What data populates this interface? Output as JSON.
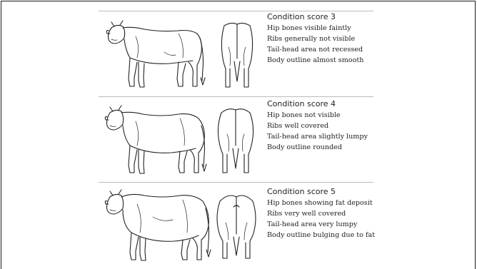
{
  "rows": [
    {
      "title": "Condition score 3",
      "lines": [
        "Hip bones visible faintly",
        "Ribs generally not visible",
        "Tail-head area not recessed",
        "Body outline almost smooth"
      ]
    },
    {
      "title": "Condition score 4",
      "lines": [
        "Hip bones not visible",
        "Ribs well covered",
        "Tail-head area slightly lumpy",
        "Body outline rounded"
      ]
    },
    {
      "title": "Condition score 5",
      "lines": [
        "Hip bones showing fat deposit",
        "Ribs very well covered",
        "Tail-head area very lumpy",
        "Body outline bulging due to fat"
      ]
    }
  ]
}
